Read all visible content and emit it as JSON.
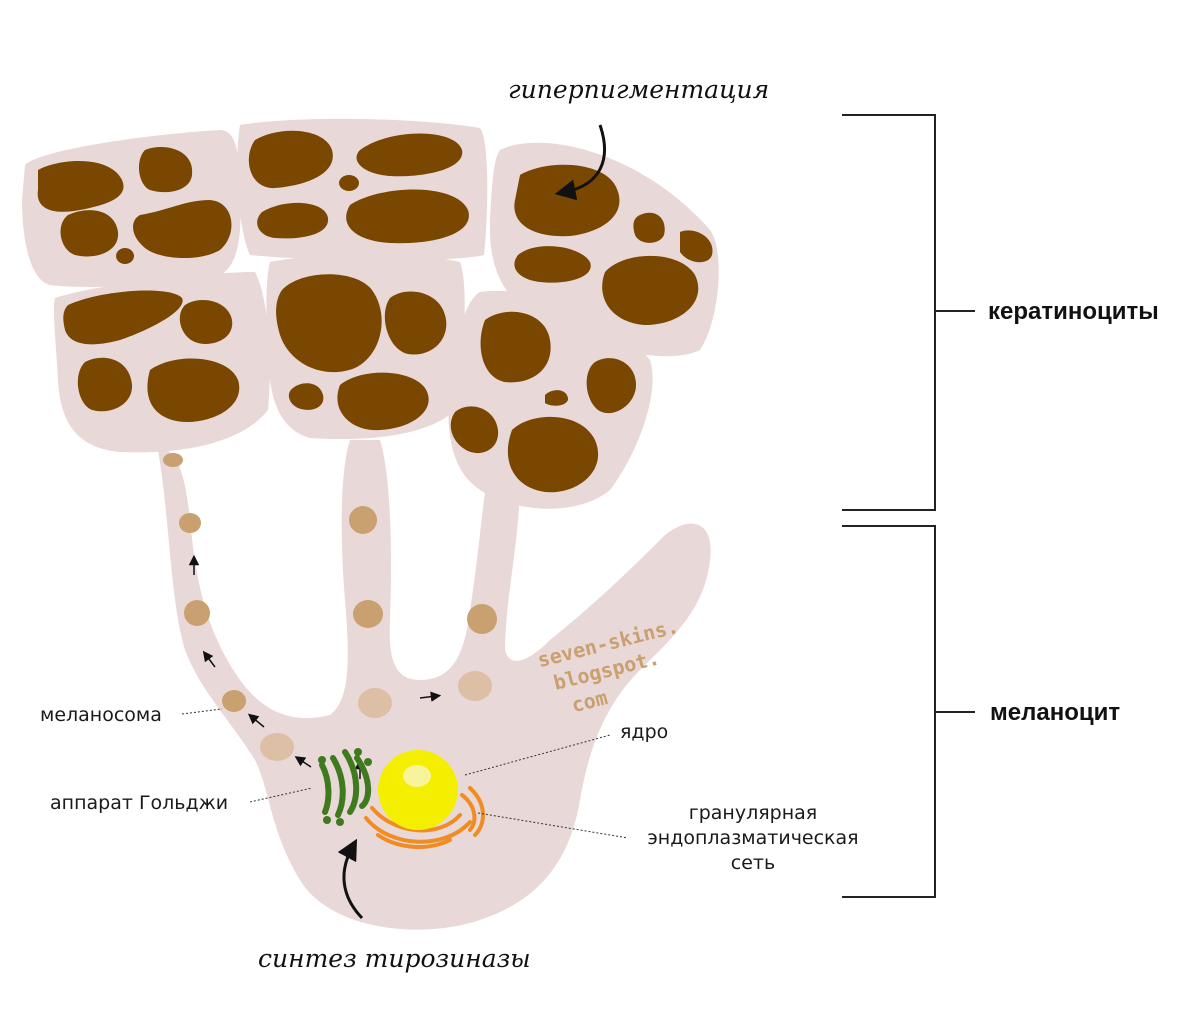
{
  "labels": {
    "hyperpigmentation": "гиперпигментация",
    "keratinocytes": "кератиноциты",
    "melanocyte": "меланоцит",
    "melanosome": "меланосома",
    "golgi": "аппарат Гольджи",
    "nucleus": "ядро",
    "er_line1": "гранулярная",
    "er_line2": "эндоплазматическая",
    "er_line3": "сеть",
    "tyrosinase": "синтез тирозиназы"
  },
  "watermark": {
    "line1": "seven-skins.",
    "line2": "blogspot.",
    "line3": "com"
  },
  "colors": {
    "cell": "#e9d8d8",
    "pigment": "#7a4700",
    "melanosome": "#c9a06f",
    "melanosome_light": "#dcbfa5",
    "golgi": "#3f7a1f",
    "nucleus": "#f4ef00",
    "nucleus_highlight": "#f8f49a",
    "er": "#f08c22",
    "watermark": "#c9a06f",
    "line": "#222222"
  }
}
